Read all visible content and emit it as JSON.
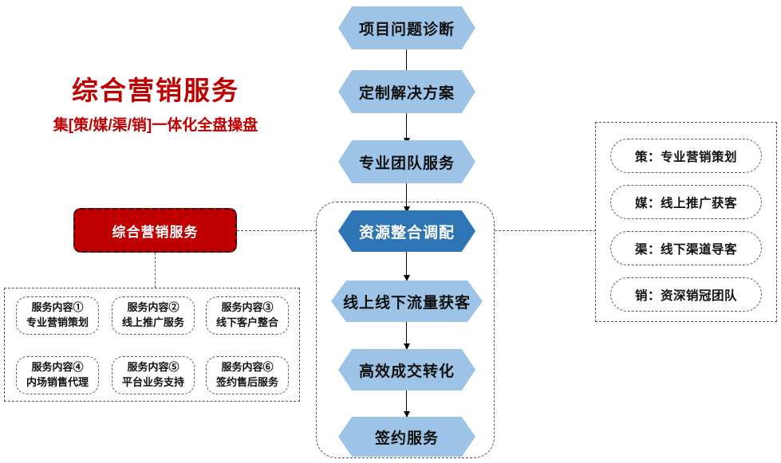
{
  "title": {
    "main": "综合营销服务",
    "sub": "集[策/媒/渠/销]一体化全盘操盘",
    "color": "#C00000"
  },
  "colors": {
    "light_blue": "#9DC3E6",
    "dark_blue": "#2E75B6",
    "red": "#C00000",
    "dash_border": "#44546A",
    "text_dark": "#111111"
  },
  "flow": {
    "steps": [
      {
        "label": "项目问题诊断",
        "style": "light"
      },
      {
        "label": "定制解决方案",
        "style": "light"
      },
      {
        "label": "专业团队服务",
        "style": "light"
      },
      {
        "label": "资源整合调配",
        "style": "dark"
      },
      {
        "label": "线上线下流量获客",
        "style": "light"
      },
      {
        "label": "高效成交转化",
        "style": "light"
      },
      {
        "label": "签约服务",
        "style": "light"
      }
    ]
  },
  "hub": {
    "label": "综合营销服务"
  },
  "pillars": {
    "items": [
      {
        "label": "策：专业营销策划"
      },
      {
        "label": "媒：线上推广获客"
      },
      {
        "label": "渠：线下渠道导客"
      },
      {
        "label": "销：资深销冠团队"
      }
    ]
  },
  "services": {
    "items": [
      {
        "title": "服务内容①",
        "desc": "专业营销策划"
      },
      {
        "title": "服务内容②",
        "desc": "线上推广服务"
      },
      {
        "title": "服务内容③",
        "desc": "线下客户整合"
      },
      {
        "title": "服务内容④",
        "desc": "内场销售代理"
      },
      {
        "title": "服务内容⑤",
        "desc": "平台业务支持"
      },
      {
        "title": "服务内容⑥",
        "desc": "签约售后服务"
      }
    ]
  }
}
